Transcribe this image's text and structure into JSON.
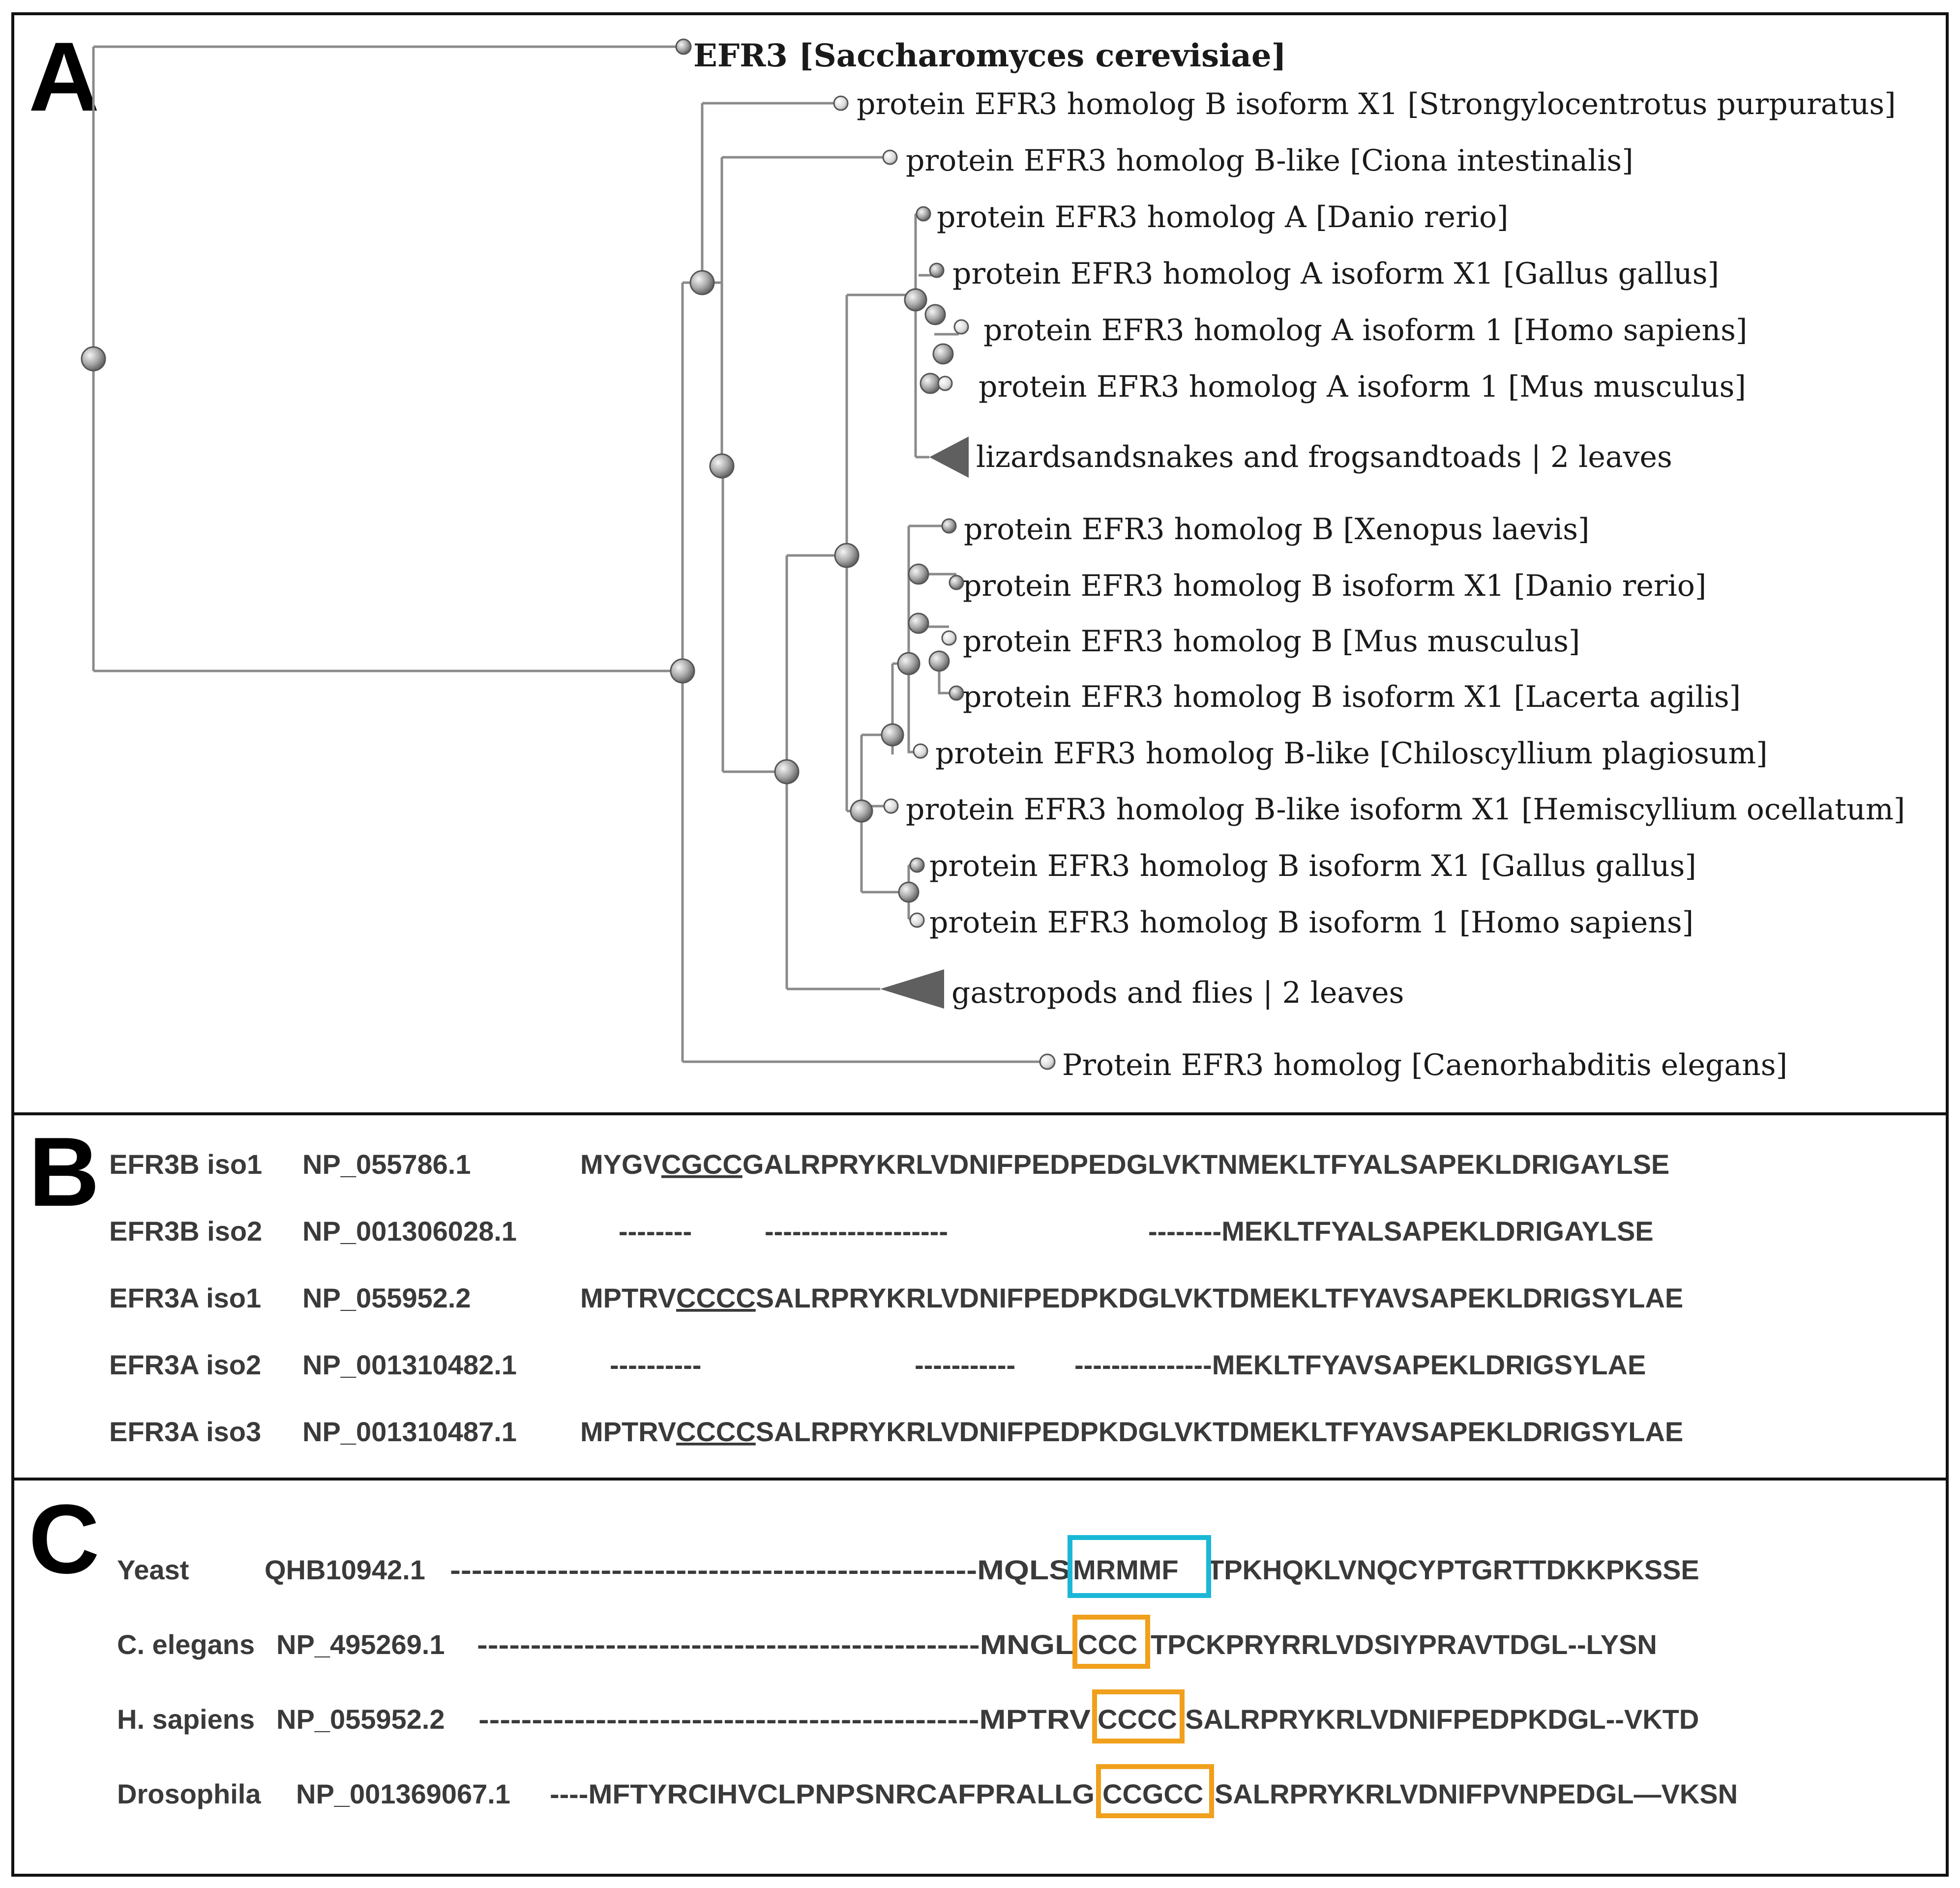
{
  "panels": {
    "a": "A",
    "b": "B",
    "c": "C"
  },
  "tree": {
    "root": "EFR3 [Saccharomyces cerevisiae]",
    "leaves": [
      "protein EFR3 homolog B isoform X1 [Strongylocentrotus purpuratus]",
      "protein EFR3 homolog B-like [Ciona intestinalis]",
      "protein EFR3 homolog A [Danio rerio]",
      "protein EFR3 homolog A isoform X1 [Gallus gallus]",
      "protein EFR3 homolog A isoform 1 [Homo sapiens]",
      "protein EFR3 homolog A isoform 1 [Mus musculus]",
      "lizardsandsnakes and frogsandtoads | 2 leaves",
      "protein EFR3 homolog B [Xenopus laevis]",
      "protein EFR3 homolog B isoform X1 [Danio rerio]",
      "protein EFR3 homolog B [Mus musculus]",
      "protein EFR3 homolog B isoform X1 [Lacerta agilis]",
      "protein EFR3 homolog B-like [Chiloscyllium plagiosum]",
      "protein EFR3 homolog B-like isoform X1 [Hemiscyllium ocellatum]",
      "protein EFR3 homolog B isoform X1 [Gallus gallus]",
      "protein EFR3 homolog B isoform 1 [Homo sapiens]",
      "gastropods and flies | 2 leaves",
      "Protein EFR3 homolog [Caenorhabditis elegans]"
    ]
  },
  "alignment_b": [
    {
      "name": "EFR3B iso1",
      "acc": "NP_055786.1",
      "pre": "MYGV",
      "motif": "CGCC",
      "post": "GALRPRYKRLVDNIFPEDPEDGLVKTNMEKLTFYALSAPEKLDRIGAYLSE"
    },
    {
      "name": "EFR3B iso2",
      "acc": "NP_001306028.1",
      "gap1": "--------",
      "gap2": "--------------------",
      "tail": "--------MEKLTFYALSAPEKLDRIGAYLSE"
    },
    {
      "name": "EFR3A iso1",
      "acc": "NP_055952.2",
      "pre": "MPTRV",
      "motif": "CCCC",
      "post": "SALRPRYKRLVDNIFPEDPKDGLVKTDMEKLTFYAVSAPEKLDRIGSYLAE"
    },
    {
      "name": "EFR3A iso2",
      "acc": "NP_001310482.1",
      "gap1": "----------",
      "gap2": "-----------",
      "tail": "---------------MEKLTFYAVSAPEKLDRIGSYLAE"
    },
    {
      "name": "EFR3A iso3",
      "acc": "NP_001310487.1",
      "pre": "MPTRV",
      "motif": "CCCC",
      "post": "SALRPRYKRLVDNIFPEDPKDGLVKTDMEKLTFYAVSAPEKLDRIGSYLAE"
    }
  ],
  "alignment_c": [
    {
      "name": "Yeast",
      "acc": "QHB10942.1",
      "lead": "-------------------------------------------------MQLS",
      "motif": "MRMMF",
      "post": "TPKHQKLVNQCYPTGRTTDKKPKSSE"
    },
    {
      "name": "C. elegans",
      "acc": "NP_495269.1",
      "lead": "-----------------------------------------------MNGL",
      "motif": "CCC",
      "post": "TPCKPRYRRLVDSIYPRAVTDGL--LYSN"
    },
    {
      "name": "H. sapiens",
      "acc": "NP_055952.2",
      "lead": "-----------------------------------------------MPTRV",
      "motif": "CCCC",
      "post": "SALRPRYKRLVDNIFPEDPKDGL--VKTD"
    },
    {
      "name": "Drosophila",
      "acc": "NP_001369067.1",
      "lead": "----MFTYRCIHVCLPNPSNRCAFPRALLG",
      "motif": "CCGCC",
      "post": "SALRPRYKRLVDNIFPVNPEDGL—VKSN"
    }
  ],
  "colors": {
    "yeast_box": "#1bb7d6",
    "cys_box": "#f0a01c",
    "node": "#a9a9a9"
  }
}
